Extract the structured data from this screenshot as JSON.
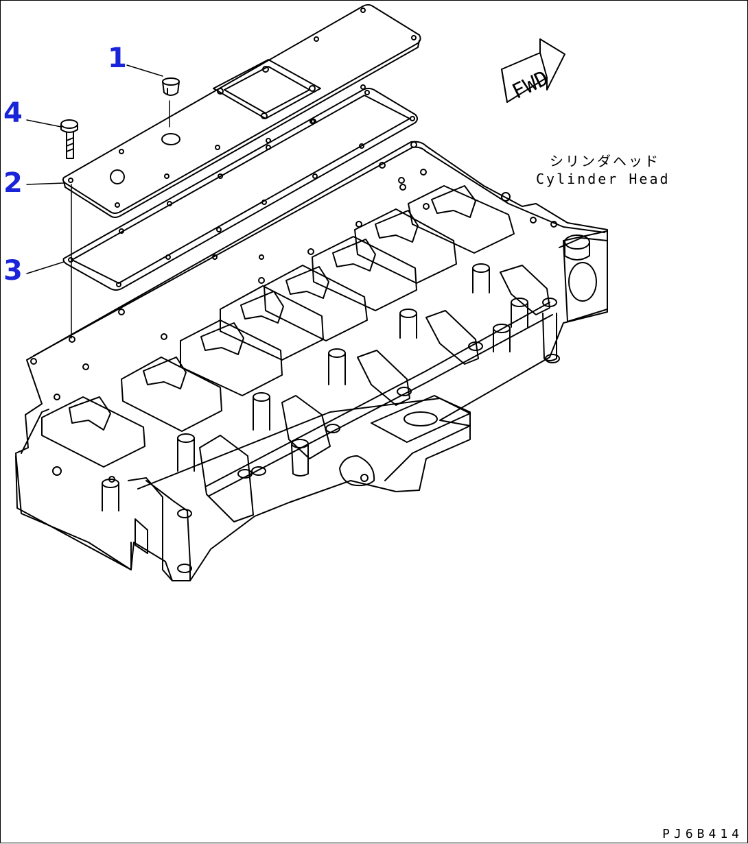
{
  "callouts": [
    {
      "number": "1"
    },
    {
      "number": "4"
    },
    {
      "number": "2"
    },
    {
      "number": "3"
    }
  ],
  "direction_arrow": {
    "label": "FWD"
  },
  "part_label": {
    "japanese": "シリンダヘッド",
    "english": "Cylinder Head"
  },
  "drawing_id": "PJ6B414",
  "colors": {
    "callout": "#1a24d8",
    "line": "#000000",
    "background": "#ffffff"
  }
}
